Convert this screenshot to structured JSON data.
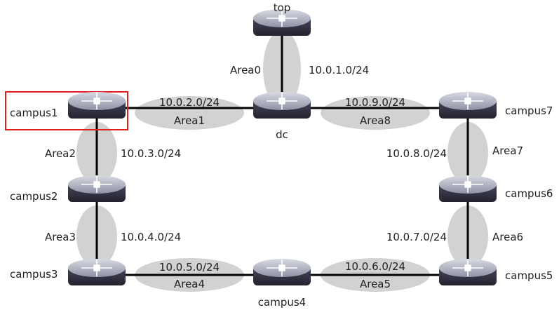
{
  "routers": [
    {
      "id": "top",
      "label": "top"
    },
    {
      "id": "dc",
      "label": "dc"
    },
    {
      "id": "campus1",
      "label": "campus1",
      "highlighted": true
    },
    {
      "id": "campus2",
      "label": "campus2"
    },
    {
      "id": "campus3",
      "label": "campus3"
    },
    {
      "id": "campus4",
      "label": "campus4"
    },
    {
      "id": "campus5",
      "label": "campus5"
    },
    {
      "id": "campus6",
      "label": "campus6"
    },
    {
      "id": "campus7",
      "label": "campus7"
    }
  ],
  "links": [
    {
      "from": "top",
      "to": "dc",
      "area": "Area0",
      "subnet": "10.0.1.0/24"
    },
    {
      "from": "campus1",
      "to": "dc",
      "area": "Area1",
      "subnet": "10.0.2.0/24"
    },
    {
      "from": "campus1",
      "to": "campus2",
      "area": "Area2",
      "subnet": "10.0.3.0/24"
    },
    {
      "from": "campus2",
      "to": "campus3",
      "area": "Area3",
      "subnet": "10.0.4.0/24"
    },
    {
      "from": "campus3",
      "to": "campus4",
      "area": "Area4",
      "subnet": "10.0.5.0/24"
    },
    {
      "from": "campus4",
      "to": "campus5",
      "area": "Area5",
      "subnet": "10.0.6.0/24"
    },
    {
      "from": "campus5",
      "to": "campus6",
      "area": "Area6",
      "subnet": "10.0.7.0/24"
    },
    {
      "from": "campus6",
      "to": "campus7",
      "area": "Area7",
      "subnet": "10.0.8.0/24"
    },
    {
      "from": "dc",
      "to": "campus7",
      "area": "Area8",
      "subnet": "10.0.9.0/24"
    }
  ],
  "colors": {
    "highlight": "#e02020",
    "area_fill": "#d2d2d2",
    "router_body": "#3e3e50"
  },
  "icon": "router-icon"
}
